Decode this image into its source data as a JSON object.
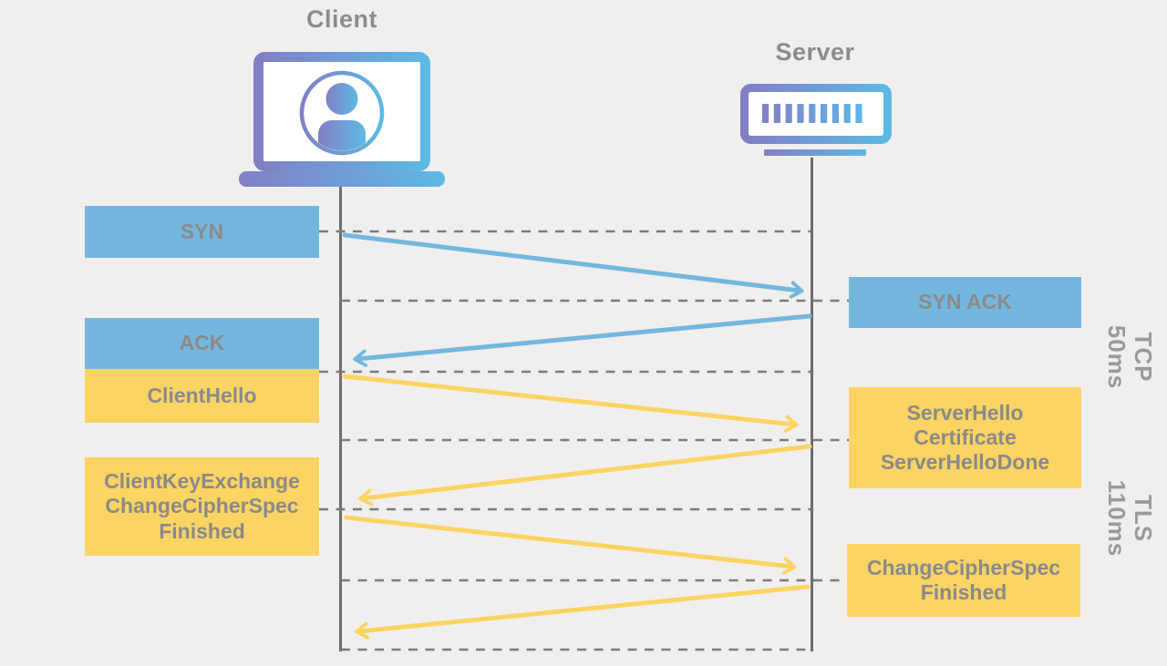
{
  "actors": {
    "client": "Client",
    "server": "Server"
  },
  "messages": [
    {
      "label": "SYN",
      "from": "client",
      "to": "server",
      "phase": "TCP"
    },
    {
      "label": "SYN ACK",
      "from": "server",
      "to": "client",
      "phase": "TCP"
    },
    {
      "label": "ACK",
      "from": "client",
      "to": "server",
      "phase": "TCP"
    },
    {
      "label": "ClientHello",
      "from": "client",
      "to": "server",
      "phase": "TLS"
    },
    {
      "label": "ServerHello\nCertificate\nServerHelloDone",
      "from": "server",
      "to": "client",
      "phase": "TLS"
    },
    {
      "label": "ClientKeyExchange\nChangeCipherSpec\nFinished",
      "from": "client",
      "to": "server",
      "phase": "TLS"
    },
    {
      "label": "ChangeCipherSpec\nFinished",
      "from": "server",
      "to": "client",
      "phase": "TLS"
    }
  ],
  "phases": [
    {
      "label": "TCP",
      "duration": "50ms"
    },
    {
      "label": "TLS",
      "duration": "110ms"
    }
  ],
  "colors": {
    "tcp": "#74b7de",
    "tls": "#fcd464",
    "text": "#8a8a8a",
    "heading": "#8c8c8c",
    "phase": "#9a9a9a",
    "lifeline": "#6e6e6e",
    "dash": "#7c7c7c",
    "background": "#f0efee",
    "gradient_start": "#827fc4",
    "gradient_end": "#5eb9e4"
  }
}
